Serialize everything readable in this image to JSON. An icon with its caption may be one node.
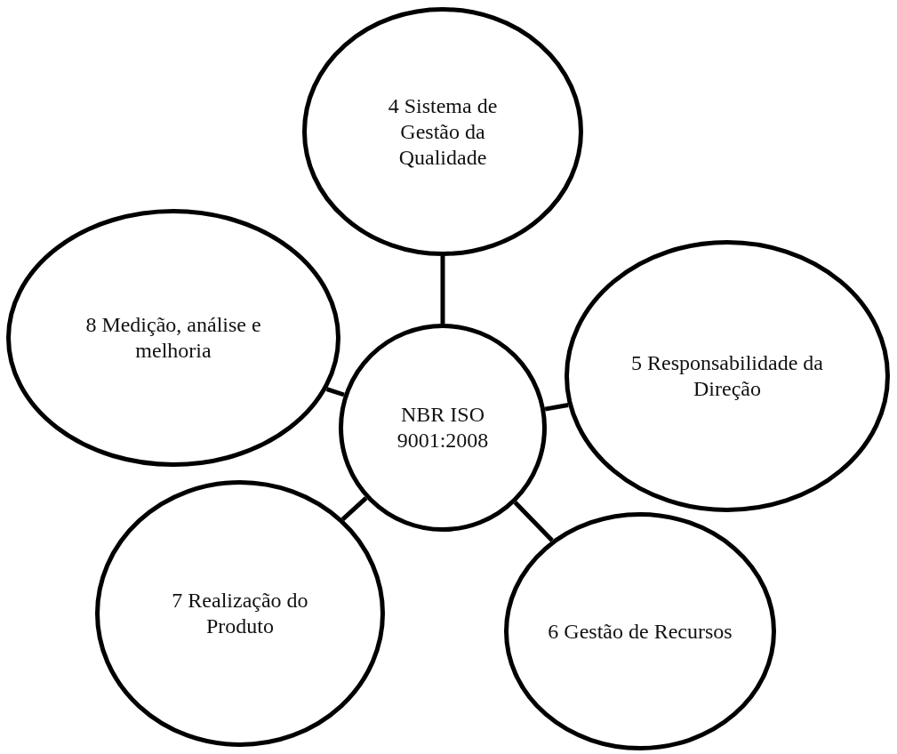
{
  "diagram": {
    "nodes": [
      {
        "text": [
          "4 Sistema de Gestão da Qualidade"
        ]
      },
      {
        "text": [
          "8 Medição, análise e melhoria"
        ]
      },
      {
        "text": [
          "NBR ISO 9001:2008"
        ]
      },
      {
        "text": [
          "5 Responsabilidade da Direção"
        ]
      },
      {
        "text": [
          "7 Realização do Produto"
        ]
      },
      {
        "text": [
          "6 Gestão de Recursos"
        ]
      }
    ],
    "edges": [
      {
        "from": 2,
        "to": 0,
        "arrow": "none"
      },
      {
        "from": 2,
        "to": 1,
        "arrow": "none"
      },
      {
        "from": 2,
        "to": 3,
        "arrow": "none"
      },
      {
        "from": 2,
        "to": 4,
        "arrow": "none"
      },
      {
        "from": 2,
        "to": 5,
        "arrow": "none"
      }
    ]
  }
}
